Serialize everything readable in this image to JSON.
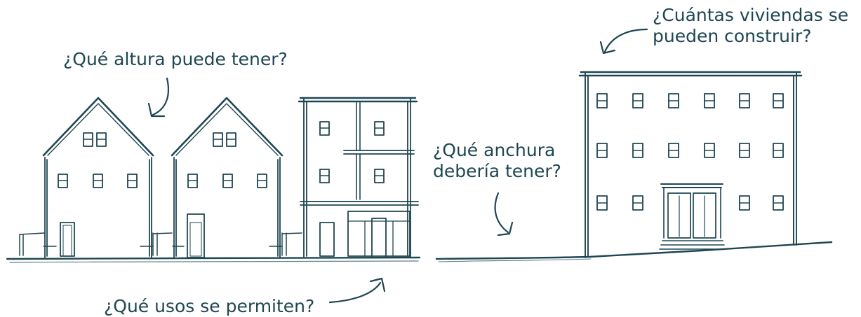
{
  "colors": {
    "ink": "#1e4652",
    "background": "#ffffff"
  },
  "questions": {
    "height": "¿Qué altura puede tener?",
    "width": {
      "line1": "¿Qué anchura",
      "line2": "debería tener?"
    },
    "units": {
      "line1": "¿Cuántas viviendas se",
      "line2": "pueden construir?"
    },
    "uses": "¿Qué usos se permiten?"
  },
  "icons": {
    "arrows": "hand-drawn-curved-arrow",
    "buildings": "sketched-building"
  }
}
